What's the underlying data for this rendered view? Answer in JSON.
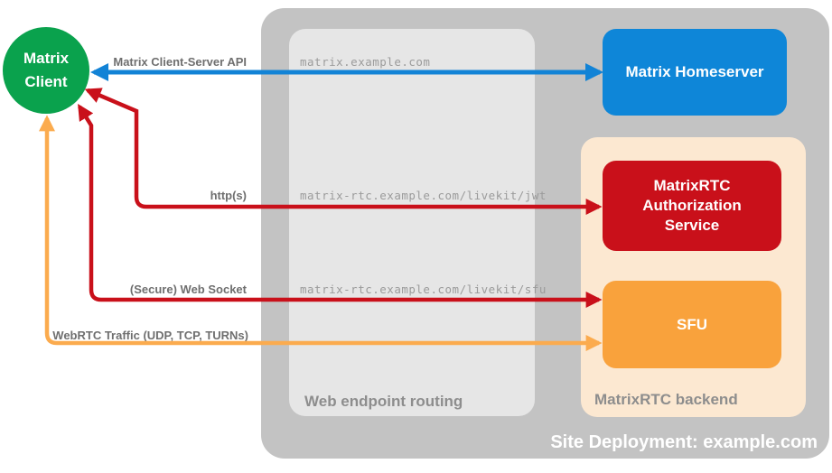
{
  "client": {
    "lines": [
      "Matrix",
      "Client"
    ],
    "color": "#0aa24d"
  },
  "deployment": {
    "caption": "Site Deployment: example.com",
    "bg": "#c3c3c3"
  },
  "routing_panel": {
    "caption": "Web endpoint routing",
    "bg": "#e6e6e6",
    "endpoints": [
      "matrix.example.com",
      "matrix-rtc.example.com/livekit/jwt",
      "matrix-rtc.example.com/livekit/sfu"
    ]
  },
  "backend_panel": {
    "caption": "MatrixRTC backend",
    "bg": "#fce8d1"
  },
  "nodes": {
    "homeserver": {
      "label": "Matrix Homeserver",
      "color": "#0e86d8"
    },
    "auth": {
      "label": "MatrixRTC Authorization Service",
      "color": "#c9101a"
    },
    "sfu": {
      "label": "SFU",
      "color": "#f9a23c"
    }
  },
  "connections": [
    {
      "label": "Matrix Client-Server API",
      "color": "#1283d6",
      "from": "Matrix Client",
      "to": "Matrix Homeserver"
    },
    {
      "label": "http(s)",
      "color": "#c9101a",
      "from": "Matrix Client",
      "to": "MatrixRTC Authorization Service"
    },
    {
      "label": "(Secure) Web Socket",
      "color": "#c9101a",
      "from": "Matrix Client",
      "to": "SFU"
    },
    {
      "label": "WebRTC Traffic (UDP, TCP, TURNs)",
      "color": "#fbab4e",
      "from": "Matrix Client",
      "to": "SFU"
    }
  ]
}
